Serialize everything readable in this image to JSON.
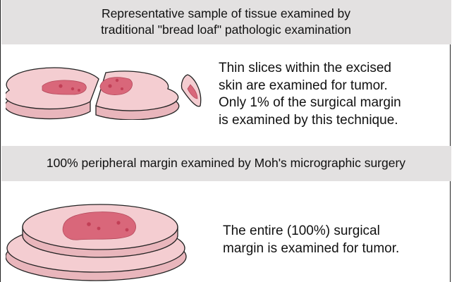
{
  "sections": [
    {
      "header": [
        "Representative sample of tissue examined by",
        "traditional \"bread loaf\" pathologic examination"
      ],
      "description": [
        "Thin slices within the excised",
        "skin are examined for tumor.",
        "Only 1% of the surgical margin",
        "is examined by this technique."
      ]
    },
    {
      "header": [
        "100% peripheral margin examined by Moh's micrographic surgery"
      ],
      "description": [
        "The entire (100%) surgical",
        "margin is examined for tumor."
      ]
    }
  ],
  "colors": {
    "band": "#e3e1e1",
    "tissue": "#f4cdd1",
    "tissue_side": "#e9b6bc",
    "tumor": "#d9677a",
    "tumor_spot": "#c23f56",
    "outline": "#222222"
  }
}
